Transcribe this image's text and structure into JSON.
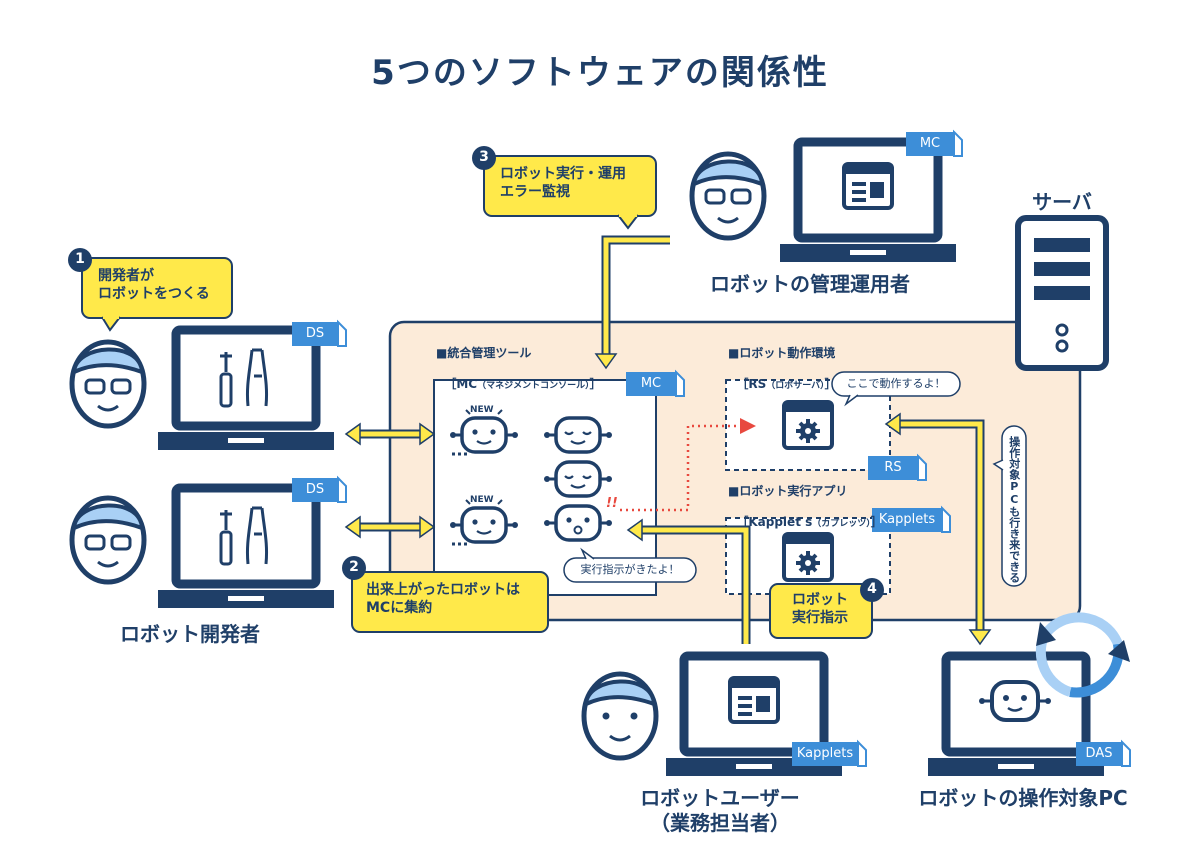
{
  "title": "5つのソフトウェアの関係性",
  "roles": {
    "developer": "ロボット開発者",
    "manager": "ロボットの管理運用者",
    "user": "ロボットユーザー\n（業務担当者）",
    "target": "ロボットの操作対象PC",
    "server": "サーバ"
  },
  "tags": {
    "ds": "DS",
    "mc": "MC",
    "rs": "RS",
    "kapplets": "Kapplets",
    "das": "DAS"
  },
  "steps": [
    {
      "num": "1",
      "text": "開発者が\nロボットをつくる"
    },
    {
      "num": "2",
      "text": "出来上がったロボットは\nMCに集約"
    },
    {
      "num": "3",
      "text": "ロボット実行・運用\nエラー監視"
    },
    {
      "num": "4",
      "text": "ロボット\n実行指示"
    }
  ],
  "sections": {
    "mc_label": "■統合管理ツール",
    "mc_sub_open": "［MC",
    "mc_sub_small": "（マネジメントコンソール）",
    "mc_sub_close": "］",
    "rs_label": "■ロボット動作環境",
    "rs_sub_open": "［RS",
    "rs_sub_small": "（ロボサーバ）",
    "rs_sub_close": "］",
    "k_label": "■ロボット実行アプリ",
    "k_sub_open": "［Kapplet s",
    "k_sub_small": "（カプレッツ）",
    "k_sub_close": "］"
  },
  "speech": {
    "rs": "ここで動作するよ！",
    "exec": "実行指示がきたよ！",
    "side": "操作対象PCも行き来できる"
  },
  "badges": {
    "new": "NEW",
    "alert": "!!"
  },
  "colors": {
    "navy": "#1f3f68",
    "yellow": "#ffe94a",
    "beige": "#fcebd9",
    "tag_blue": "#3d8ed8",
    "face_blue": "#a9d0f5",
    "red": "#e8493f"
  }
}
